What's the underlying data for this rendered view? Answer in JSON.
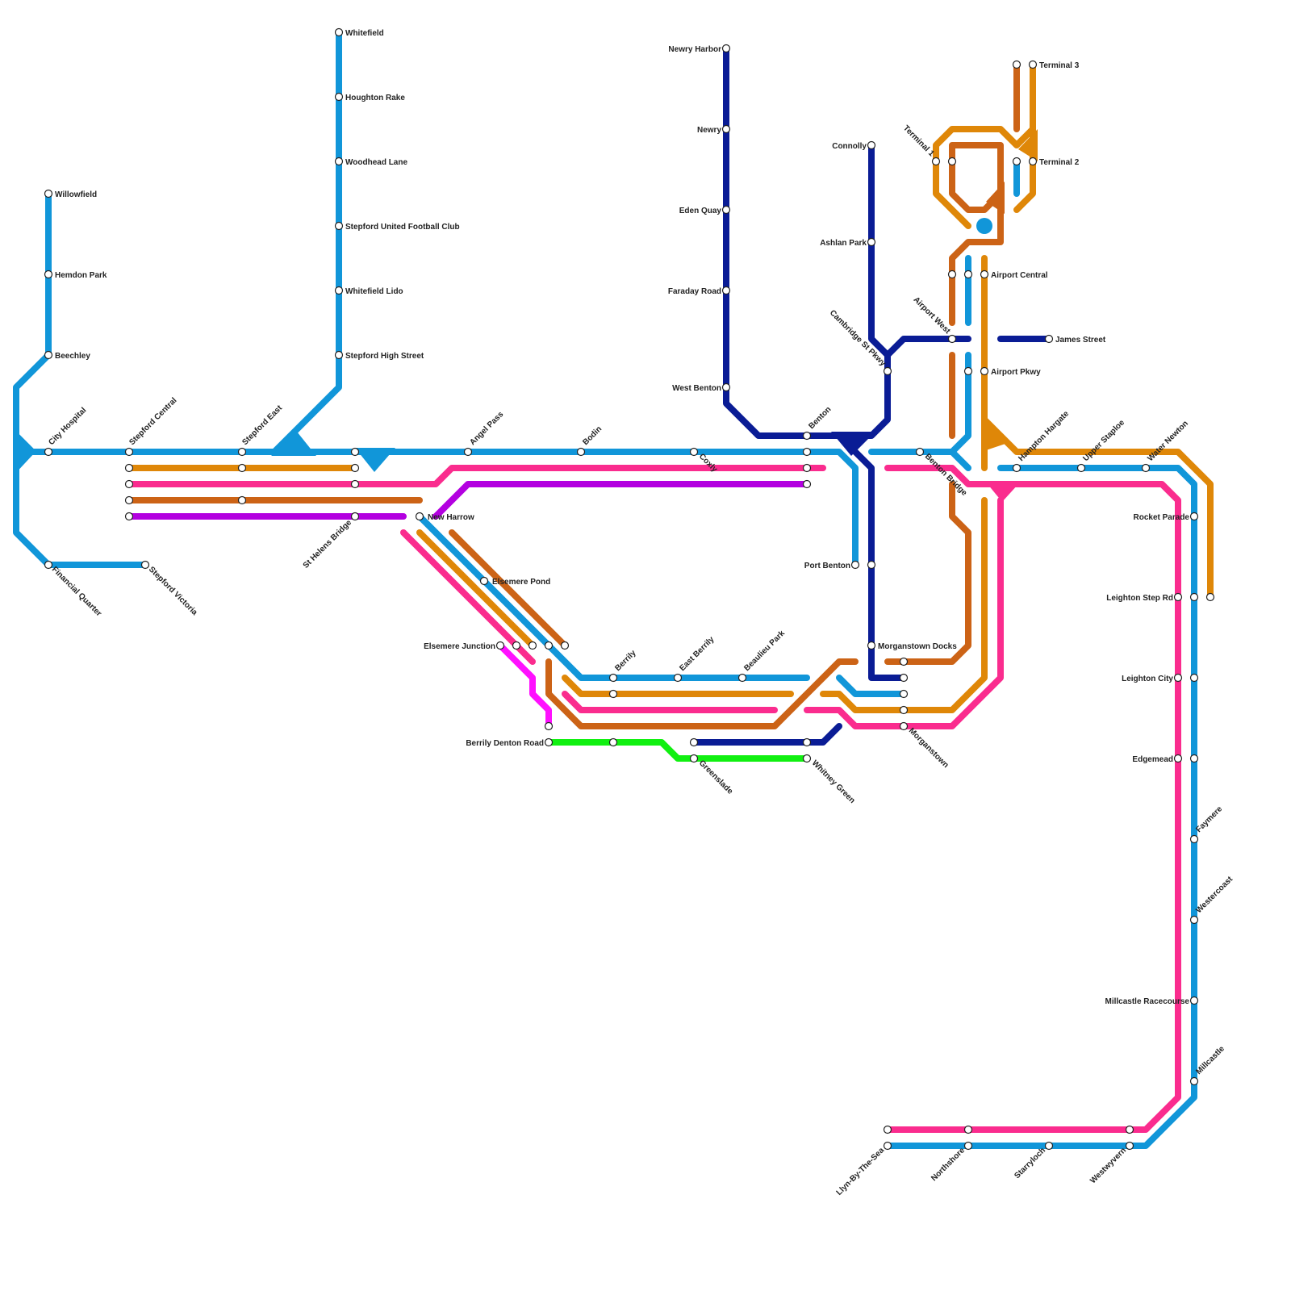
{
  "colors": {
    "blue": "#1196d9",
    "orange": "#df8708",
    "brown": "#cc6316",
    "pink": "#fa2c8e",
    "purple": "#b300e0",
    "magenta": "#ff10ff",
    "green": "#11f011",
    "navy": "#0a1c95"
  },
  "stations": {
    "willowfield": "Willowfield",
    "hemdon_park": "Hemdon Park",
    "beechley": "Beechley",
    "city_hospital": "City Hospital",
    "financial_quarter": "Financial Quarter",
    "stepford_victoria": "Stepford Victoria",
    "stepford_central": "Stepford Central",
    "stepford_east": "Stepford East",
    "whitefield": "Whitefield",
    "houghton_rake": "Houghton Rake",
    "woodhead_lane": "Woodhead Lane",
    "stepford_united": "Stepford United Football Club",
    "whitefield_lido": "Whitefield Lido",
    "stepford_high_street": "Stepford High Street",
    "st_helens_bridge": "St Helens Bridge",
    "angel_pass": "Angel Pass",
    "new_harrow": "New Harrow",
    "elsemere_pond": "Elsemere Pond",
    "elsemere_junction": "Elsemere Junction",
    "berrily_denton_road": "Berrily Denton Road",
    "berrily": "Berrily",
    "east_berrily": "East Berrily",
    "beaulieu_park": "Beaulieu Park",
    "bodin": "Bodin",
    "coxly": "Coxly",
    "greenslade": "Greenslade",
    "whitney_green": "Whitney Green",
    "newry_harbor": "Newry Harbor",
    "newry": "Newry",
    "eden_quay": "Eden Quay",
    "faraday_road": "Faraday Road",
    "west_benton": "West Benton",
    "benton": "Benton",
    "port_benton": "Port Benton",
    "connolly": "Connolly",
    "ashlan_park": "Ashlan Park",
    "cambridge_st_pkwy": "Cambridge St Pkwy",
    "morganstown_docks": "Morganstown Docks",
    "morganstown": "Morganstown",
    "benton_bridge": "Benton Bridge",
    "airport_west": "Airport West",
    "airport_central": "Airport Central",
    "airport_pkwy": "Airport Pkwy",
    "terminal_1": "Terminal 1",
    "terminal_2": "Terminal 2",
    "terminal_3": "Terminal 3",
    "james_street": "James Street",
    "hampton_hargate": "Hampton Hargate",
    "upper_staploe": "Upper Staploe",
    "water_newton": "Water Newton",
    "rocket_parade": "Rocket Parade",
    "leighton_step_rd": "Leighton Step Rd",
    "leighton_city": "Leighton City",
    "edgemead": "Edgemead",
    "faymere": "Faymere",
    "westercoast": "Westercoast",
    "millcastle_racecourse": "Millcastle Racecourse",
    "millcastle": "Millcastle",
    "llyn_by_the_sea": "Llyn-By-The-Sea",
    "northshore": "Northshore",
    "starryloch": "Starryloch",
    "westwyvern": "Westwyvern"
  }
}
